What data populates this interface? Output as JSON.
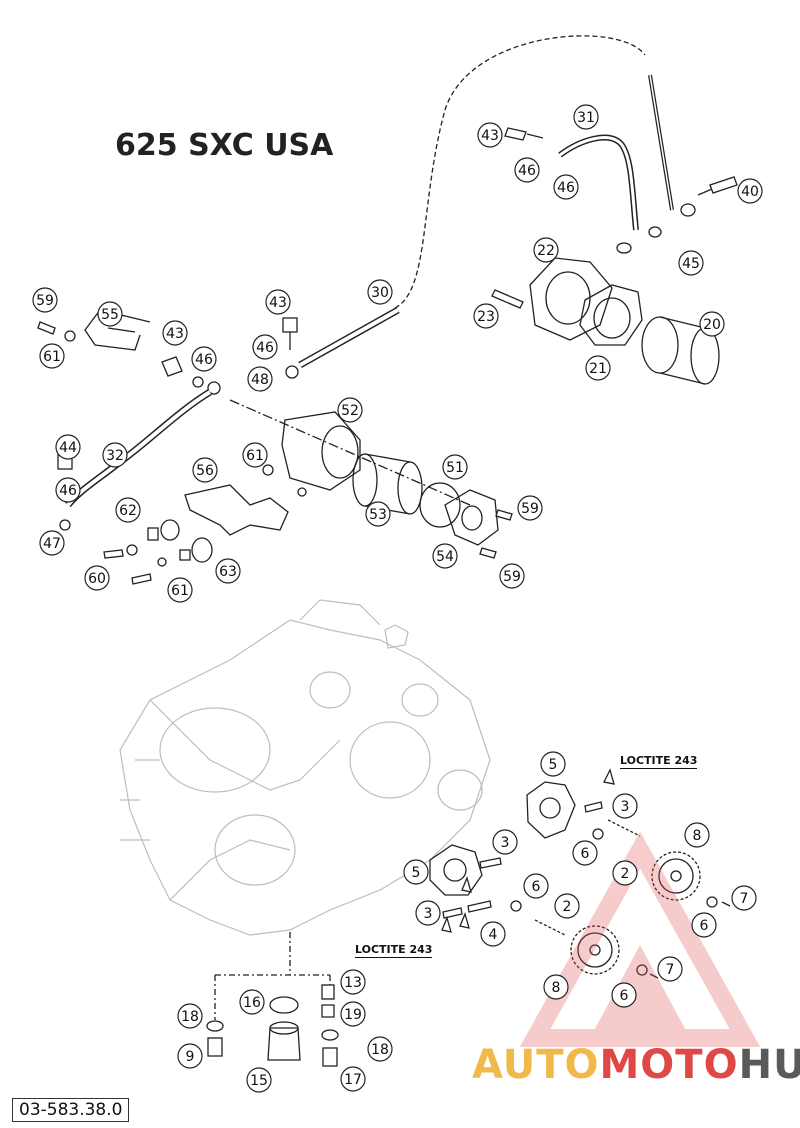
{
  "title": "625 SXC USA",
  "figure_code": "03-583.38.0",
  "notes": [
    "LOCTITE 243",
    "LOCTITE 243"
  ],
  "brand": {
    "part1": "AUTO",
    "part2": "MOTO",
    "part3": "HUB",
    "colors": {
      "auto": "#f1b84a",
      "moto": "#e04848",
      "hub": "#5a5a5a"
    }
  },
  "callouts": [
    "43",
    "31",
    "46",
    "46",
    "40",
    "45",
    "22",
    "23",
    "20",
    "21",
    "30",
    "59",
    "55",
    "43",
    "46",
    "61",
    "43",
    "46",
    "48",
    "52",
    "44",
    "32",
    "61",
    "56",
    "51",
    "46",
    "62",
    "53",
    "59",
    "47",
    "54",
    "60",
    "63",
    "61",
    "59",
    "5",
    "3",
    "6",
    "8",
    "2",
    "5",
    "3",
    "6",
    "7",
    "2",
    "6",
    "3",
    "4",
    "7",
    "8",
    "6",
    "13",
    "18",
    "16",
    "19",
    "9",
    "15",
    "18",
    "17"
  ]
}
